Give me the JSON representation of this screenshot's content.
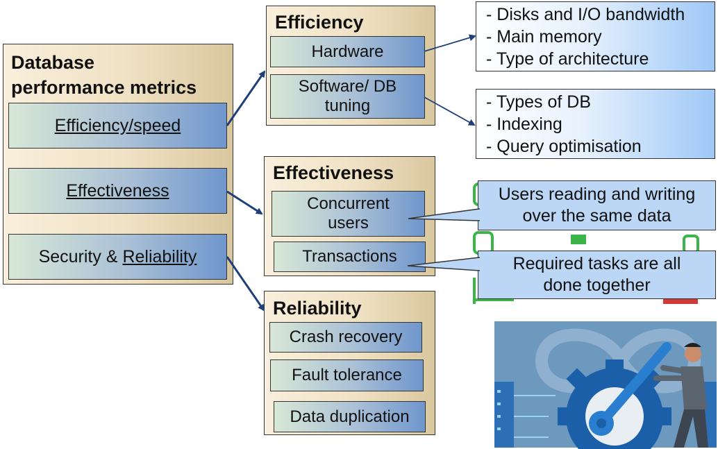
{
  "main_panel": {
    "title_line1": "Database",
    "title_line2": "performance metrics",
    "items": [
      {
        "label": "Efficiency/speed"
      },
      {
        "label": "Effectiveness"
      },
      {
        "label_plain": "Security & ",
        "label_underlined": "Reliability"
      }
    ]
  },
  "efficiency_panel": {
    "title": "Efficiency",
    "items": [
      {
        "label": "Hardware"
      },
      {
        "line1": "Software/ DB",
        "line2": "tuning"
      }
    ]
  },
  "effectiveness_panel": {
    "title": "Effectiveness",
    "items": [
      {
        "line1": "Concurrent",
        "line2": "users"
      },
      {
        "label": "Transactions"
      }
    ]
  },
  "reliability_panel": {
    "title": "Reliability",
    "items": [
      {
        "label": "Crash recovery"
      },
      {
        "label": "Fault tolerance"
      },
      {
        "label": "Data duplication"
      }
    ]
  },
  "hardware_list": [
    "- Disks and I/O bandwidth",
    "- Main memory",
    "- Type of architecture"
  ],
  "software_list": [
    "- Types of DB",
    "- Indexing",
    "- Query optimisation"
  ],
  "callouts": {
    "concurrent": {
      "line1": "Users reading and writing",
      "line2": "over the same data"
    },
    "transactions": {
      "line1": "Required tasks are all",
      "line2": "done together"
    }
  },
  "colors": {
    "arrow": "#1f3f7a",
    "panel": "#efe1c3",
    "box": "#a9c0d6",
    "callout": "#bcd6f5",
    "illustration_bg": "#6e99bf",
    "gear": "#1a5fa8"
  }
}
